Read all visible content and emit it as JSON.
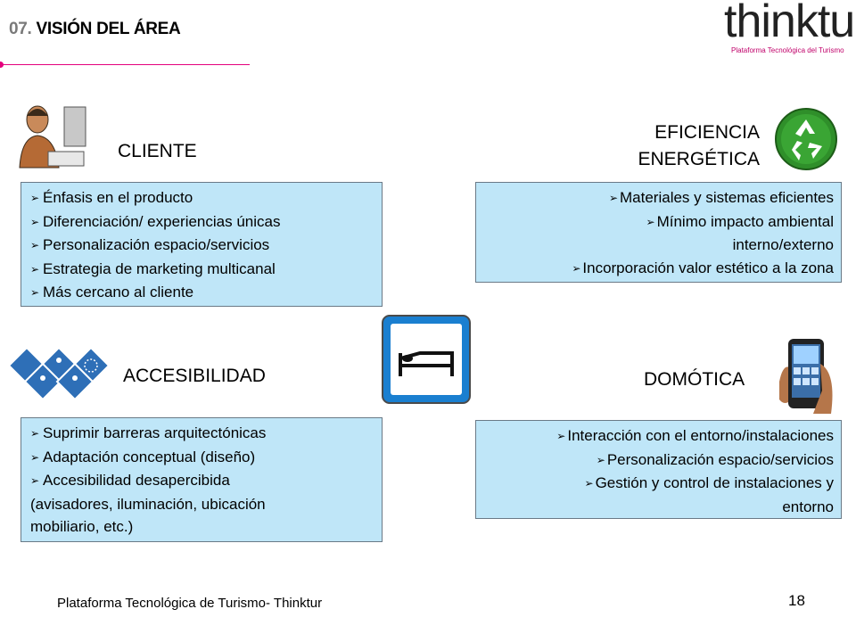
{
  "header": {
    "section_number": "07.",
    "section_title": "VISIÓN DEL ÁREA"
  },
  "logo": {
    "word": "thinktur",
    "tagline": "Plataforma Tecnológica del Turismo"
  },
  "quadrants": {
    "cliente": {
      "title": "CLIENTE",
      "items": [
        "Énfasis en el producto",
        "Diferenciación/ experiencias únicas",
        "Personalización espacio/servicios",
        "Estrategia de marketing multicanal",
        "Más cercano al cliente"
      ]
    },
    "eficiencia": {
      "title_line1": "EFICIENCIA",
      "title_line2": "ENERGÉTICA",
      "items": [
        "Materiales y sistemas eficientes",
        "Mínimo impacto ambiental",
        "interno/externo",
        "Incorporación valor estético a la zona"
      ]
    },
    "accesibilidad": {
      "title": "ACCESIBILIDAD",
      "items": [
        "Suprimir barreras arquitectónicas",
        "Adaptación conceptual (diseño)",
        "Accesibilidad desapercibida",
        "(avisadores, iluminación, ubicación",
        "mobiliario, etc.)"
      ]
    },
    "domotica": {
      "title": "DOMÓTICA",
      "items": [
        "Interacción con el entorno/instalaciones",
        "Personalización espacio/servicios",
        "Gestión y control de instalaciones y",
        "entorno"
      ]
    }
  },
  "footer": {
    "text": "Plataforma Tecnológica de Turismo- Thinktur",
    "page": "18"
  },
  "colors": {
    "box_fill": "#bfe6f8",
    "accent": "#e4007c"
  }
}
